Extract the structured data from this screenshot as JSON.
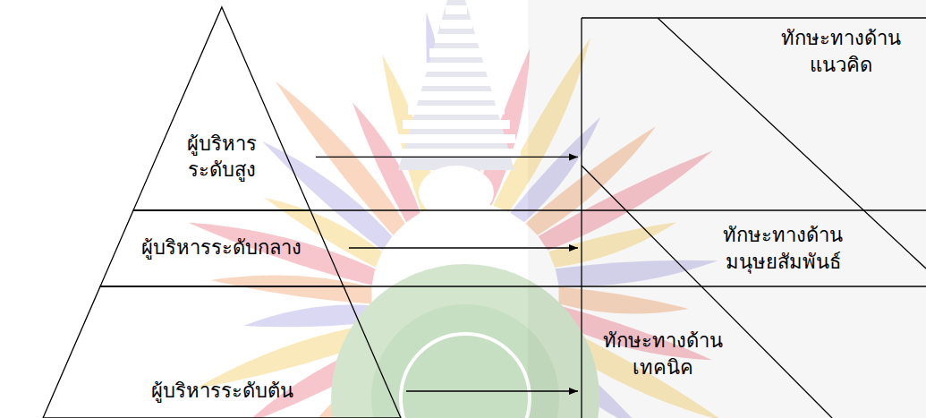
{
  "diagram": {
    "nodes": [
      {
        "text": [
          "ผู้บริหาร ระดับสูง"
        ]
      },
      {
        "text": [
          "ผู้บริหารระดับกลาง"
        ]
      },
      {
        "text": [
          "ผู้บริหารระดับต้น"
        ]
      },
      {
        "text": [
          "ทักษะทางด้าน แนวคิด"
        ]
      },
      {
        "text": [
          "ทักษะทางด้าน มนุษยสัมพันธ์"
        ]
      },
      {
        "text": [
          "ทักษะทางด้าน เทคนิค"
        ]
      }
    ],
    "edges": [
      {
        "from": 0,
        "to": 3,
        "arrow": "to"
      },
      {
        "from": 1,
        "to": 4,
        "arrow": "to"
      },
      {
        "from": 2,
        "to": 5,
        "arrow": "to"
      }
    ]
  }
}
